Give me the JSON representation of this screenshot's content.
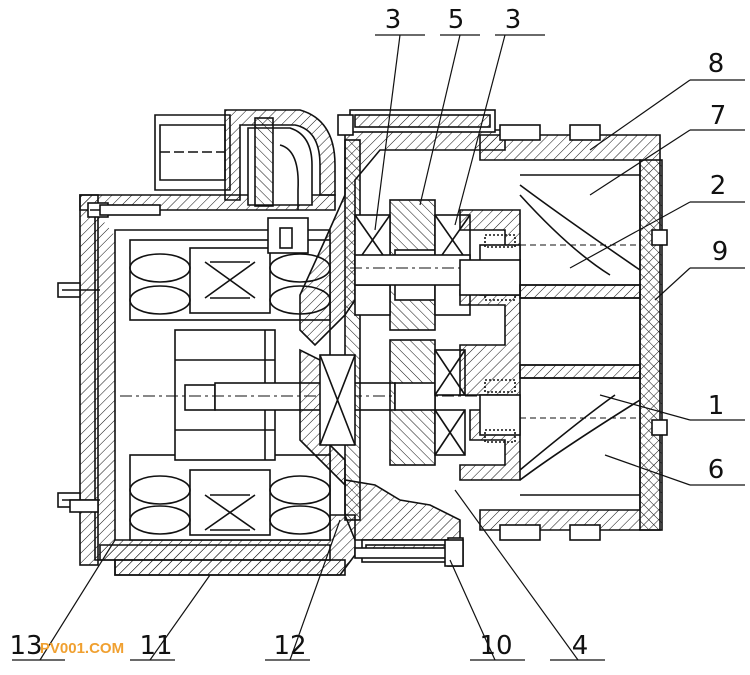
{
  "callouts": {
    "c1": "1",
    "c2": "2",
    "c3a": "3",
    "c3b": "3",
    "c4": "4",
    "c5": "5",
    "c6": "6",
    "c7": "7",
    "c8": "8",
    "c9": "9",
    "c10": "10",
    "c11": "11",
    "c12": "12",
    "c13": "13"
  },
  "watermark": "PV001.COM",
  "colors": {
    "line": "#111111",
    "watermark": "#f0a030",
    "background": "#ffffff"
  }
}
